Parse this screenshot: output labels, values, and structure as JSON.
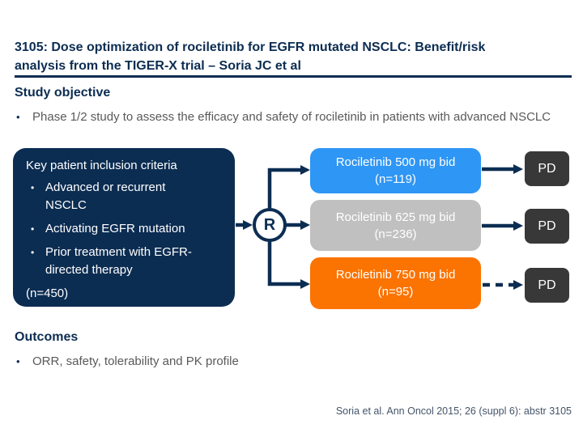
{
  "slide": {
    "title_line1": "3105: Dose optimization of rociletinib for EGFR mutated NSCLC: Benefit/risk",
    "title_line2": "analysis from the TIGER-X trial – Soria JC et al",
    "footer": "Soria et al. Ann Oncol 2015; 26 (suppl 6): abstr 3105",
    "bullet_glyph": "•"
  },
  "study_objective": {
    "heading": "Study objective",
    "bullet": "Phase 1/2 study to assess the efficacy and safety of rociletinib in patients with advanced NSCLC"
  },
  "inclusion_box": {
    "heading": "Key patient inclusion criteria",
    "bullets": [
      "Advanced or recurrent NSCLC",
      "Activating EGFR mutation",
      "Prior treatment with EGFR-directed therapy"
    ],
    "n_label": "(n=450)"
  },
  "randomization": {
    "label": "R"
  },
  "arms": [
    {
      "label": "Rociletinib 500 mg bid",
      "n": "(n=119)",
      "color": "#2e96f5",
      "endpoint": "PD"
    },
    {
      "label": "Rociletinib 625 mg bid",
      "n": "(n=236)",
      "color": "#c0c0c0",
      "endpoint": "PD"
    },
    {
      "label": "Rociletinib 750 mg bid",
      "n": "(n=95)",
      "color": "#fb7300",
      "endpoint": "PD"
    }
  ],
  "outcomes": {
    "heading": "Outcomes",
    "bullet": "ORR, safety, tolerability and PK profile"
  },
  "colors": {
    "navy": "#0c2d52",
    "body_text": "#595959",
    "arm_blue": "#2e96f5",
    "arm_gray": "#c0c0c0",
    "arm_orange": "#fb7300",
    "pd_charcoal": "#383838",
    "footer_text": "#44546a",
    "background": "#ffffff"
  }
}
